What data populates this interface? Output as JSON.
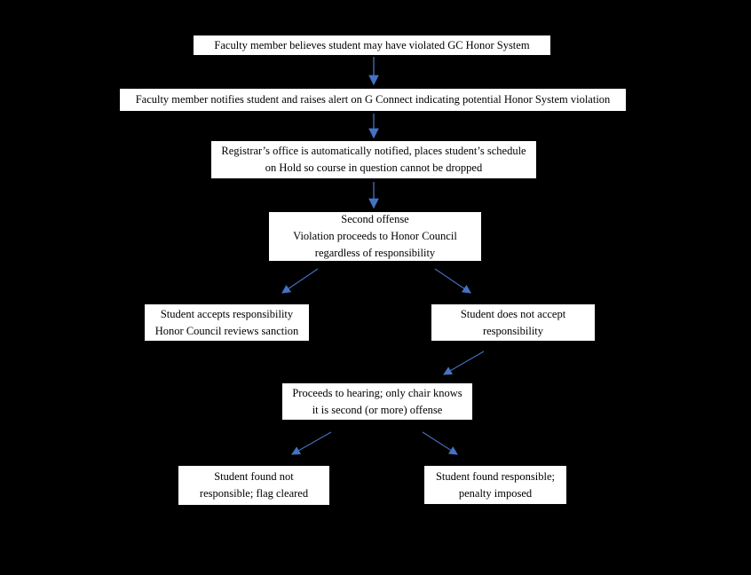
{
  "diagram": {
    "description": "Flowchart of GC Honor System violation process",
    "nodes": [
      {
        "id": "faculty-believes",
        "lines": [
          "Faculty member believes student may have violated GC Honor System"
        ]
      },
      {
        "id": "faculty-notifies",
        "lines": [
          "Faculty member notifies student and raises alert on G Connect indicating potential Honor System violation"
        ]
      },
      {
        "id": "registrar-notified",
        "lines": [
          "Registrar’s office is automatically notified, places student’s schedule",
          "on Hold so course in question cannot be dropped"
        ]
      },
      {
        "id": "second-offense",
        "lines": [
          "Second offense",
          "Violation proceeds to Honor Council",
          "regardless of responsibility"
        ]
      },
      {
        "id": "student-accepts",
        "lines": [
          "Student accepts responsibility",
          "Honor Council reviews sanction"
        ]
      },
      {
        "id": "student-does-not-accept",
        "lines": [
          "Student does not accept",
          "responsibility"
        ]
      },
      {
        "id": "proceeds-to-hearing",
        "lines": [
          "Proceeds to hearing; only chair knows",
          "it is second (or more) offense"
        ]
      },
      {
        "id": "found-not-responsible",
        "lines": [
          "Student found not",
          "responsible; flag cleared"
        ]
      },
      {
        "id": "found-responsible",
        "lines": [
          "Student found responsible;",
          "penalty imposed"
        ]
      }
    ],
    "edges": [
      {
        "from": "faculty-believes",
        "to": "faculty-notifies"
      },
      {
        "from": "faculty-notifies",
        "to": "registrar-notified"
      },
      {
        "from": "registrar-notified",
        "to": "second-offense"
      },
      {
        "from": "second-offense",
        "to": "student-accepts"
      },
      {
        "from": "second-offense",
        "to": "student-does-not-accept"
      },
      {
        "from": "student-does-not-accept",
        "to": "proceeds-to-hearing"
      },
      {
        "from": "proceeds-to-hearing",
        "to": "found-not-responsible"
      },
      {
        "from": "proceeds-to-hearing",
        "to": "found-responsible"
      }
    ]
  },
  "colors": {
    "background": "#000000",
    "box_bg": "#ffffff",
    "box_border": "#000000",
    "text": "#000000",
    "arrow": "#4472c4"
  }
}
